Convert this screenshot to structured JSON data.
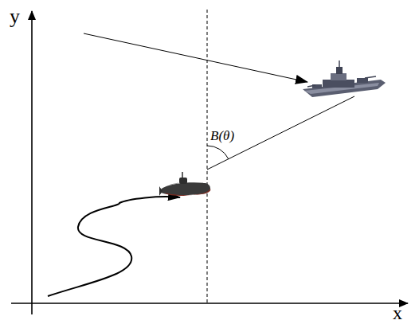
{
  "diagram": {
    "labels": [
      "y",
      "x",
      "B(θ)"
    ]
  }
}
